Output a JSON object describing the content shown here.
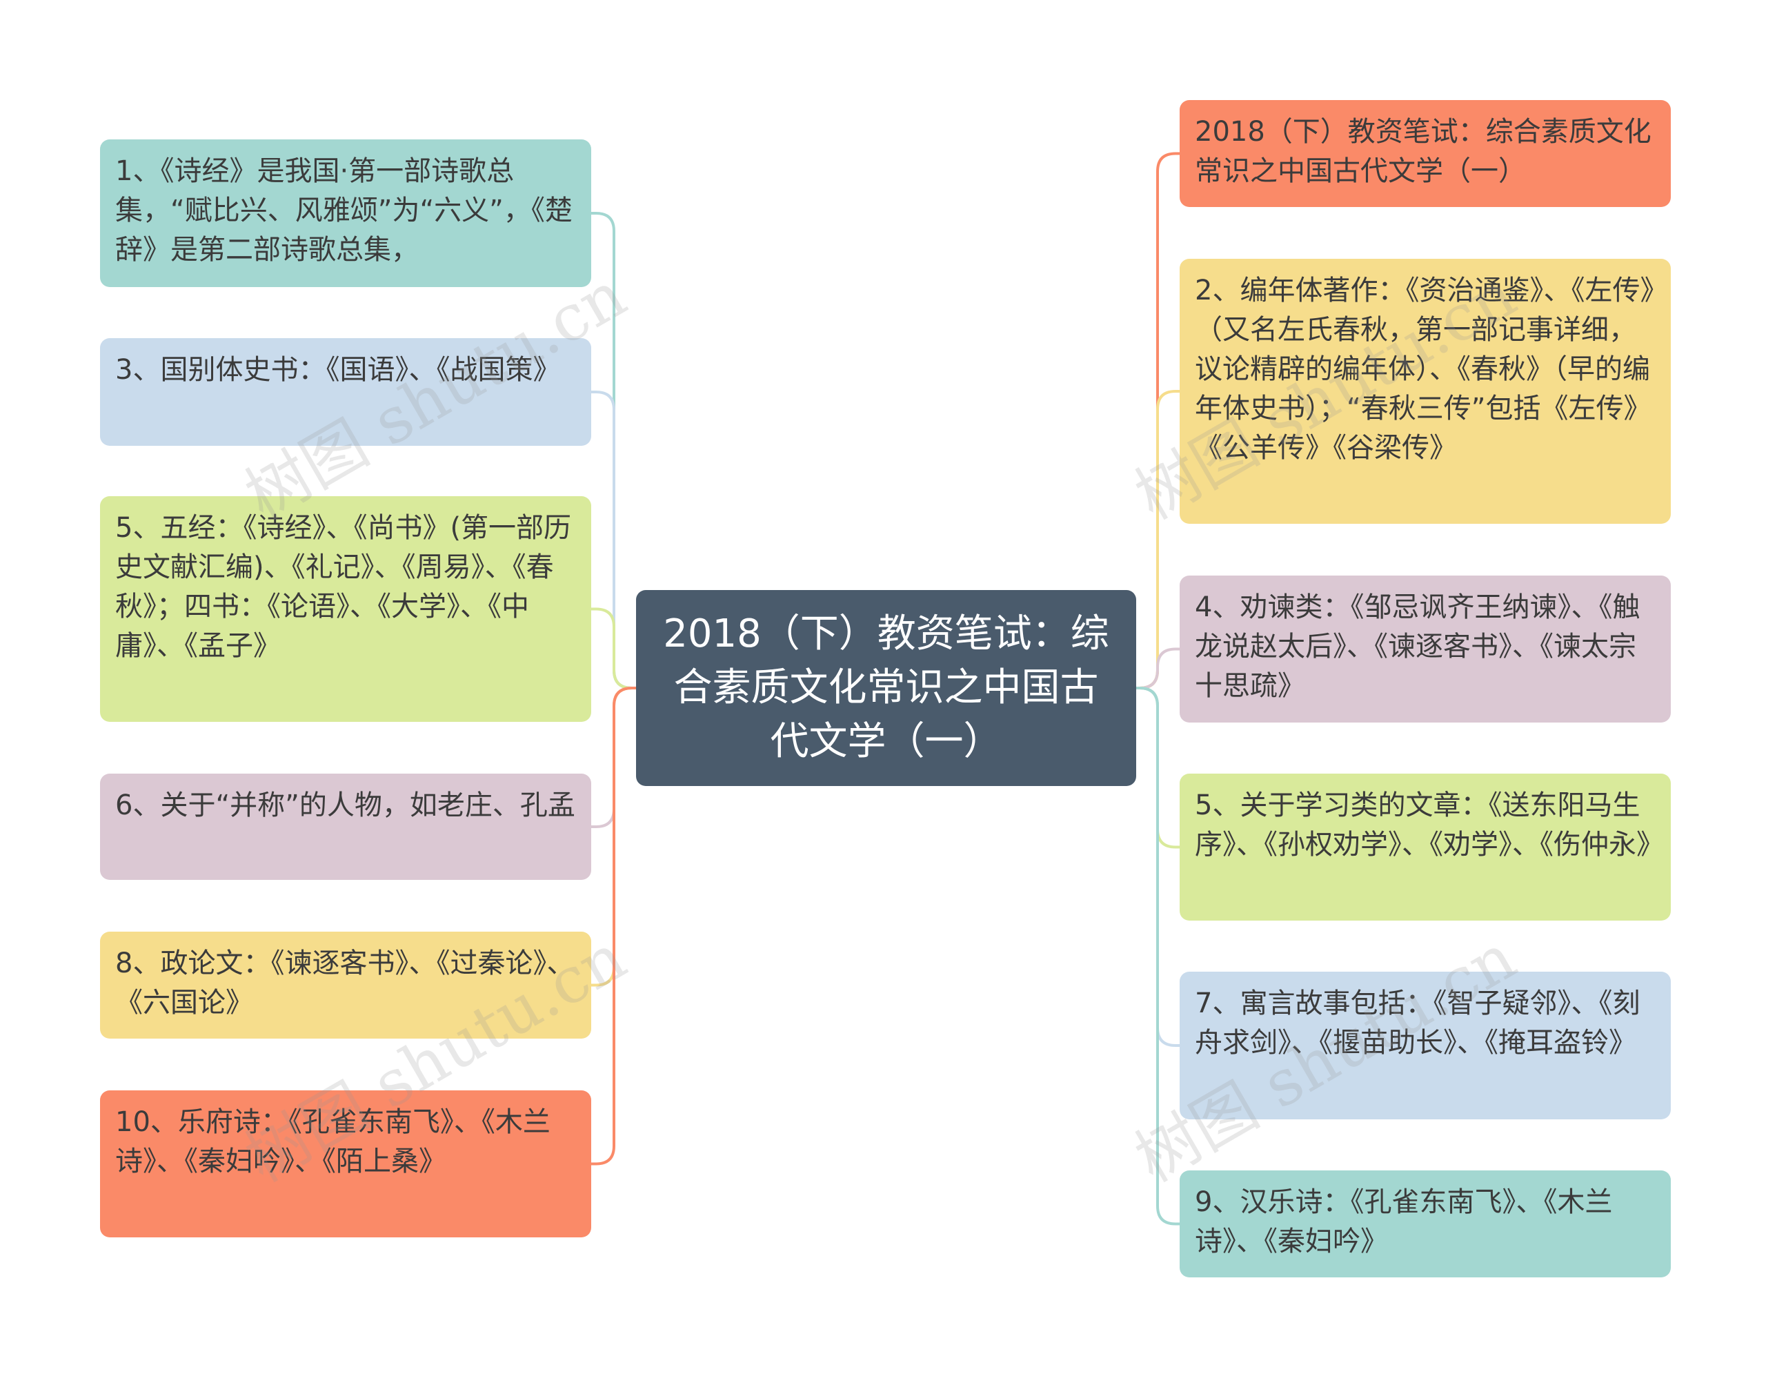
{
  "center": {
    "label": "2018（下）教资笔试：综合素质文化常识之中国古代文学（一）",
    "color": "#4a5b6c"
  },
  "left_nodes": [
    {
      "label": "1、《诗经》是我国·第一部诗歌总集，“赋比兴、风雅颂”为“六义”，《楚辞》是第二部诗歌总集，",
      "color": "#a3d7d1"
    },
    {
      "label": "3、国别体史书：《国语》、《战国策》",
      "color": "#c9dbec"
    },
    {
      "label": "5、五经：《诗经》、《尚书》(第一部历史文献汇编)、《礼记》、《周易》、《春秋》；四书：《论语》、《大学》、《中庸》、《孟子》",
      "color": "#d9ea9b"
    },
    {
      "label": "6、关于“并称”的人物，如老庄、孔孟",
      "color": "#dbc8d3"
    },
    {
      "label": "8、政论文：《谏逐客书》、《过秦论》、《六国论》",
      "color": "#f6dd8c"
    },
    {
      "label": "10、乐府诗：《孔雀东南飞》、《木兰诗》、《秦妇吟》、《陌上桑》",
      "color": "#fa8a68"
    }
  ],
  "right_nodes": [
    {
      "label": "2018（下）教资笔试：综合素质文化常识之中国古代文学（一）",
      "color": "#fa8a68"
    },
    {
      "label": "2、编年体著作：《资治通鉴》、《左传》（又名左氏春秋，第一部记事详细，议论精辟的编年体）、《春秋》（早的编年体史书）；“春秋三传”包括《左传》《公羊传》《谷梁传》",
      "color": "#f6dd8c"
    },
    {
      "label": "4、劝谏类：《邹忌讽齐王纳谏》、《触龙说赵太后》、《谏逐客书》、《谏太宗十思疏》",
      "color": "#dbc8d3"
    },
    {
      "label": "5、关于学习类的文章：《送东阳马生序》、《孙权劝学》、《劝学》、《伤仲永》",
      "color": "#d9ea9b"
    },
    {
      "label": "7、寓言故事包括：《智子疑邻》、《刻舟求剑》、《揠苗助长》、《掩耳盗铃》",
      "color": "#c9dbec"
    },
    {
      "label": "9、汉乐诗：《孔雀东南飞》、《木兰诗》、《秦妇吟》",
      "color": "#a3d7d1"
    }
  ],
  "watermark": "树图 shutu.cn"
}
